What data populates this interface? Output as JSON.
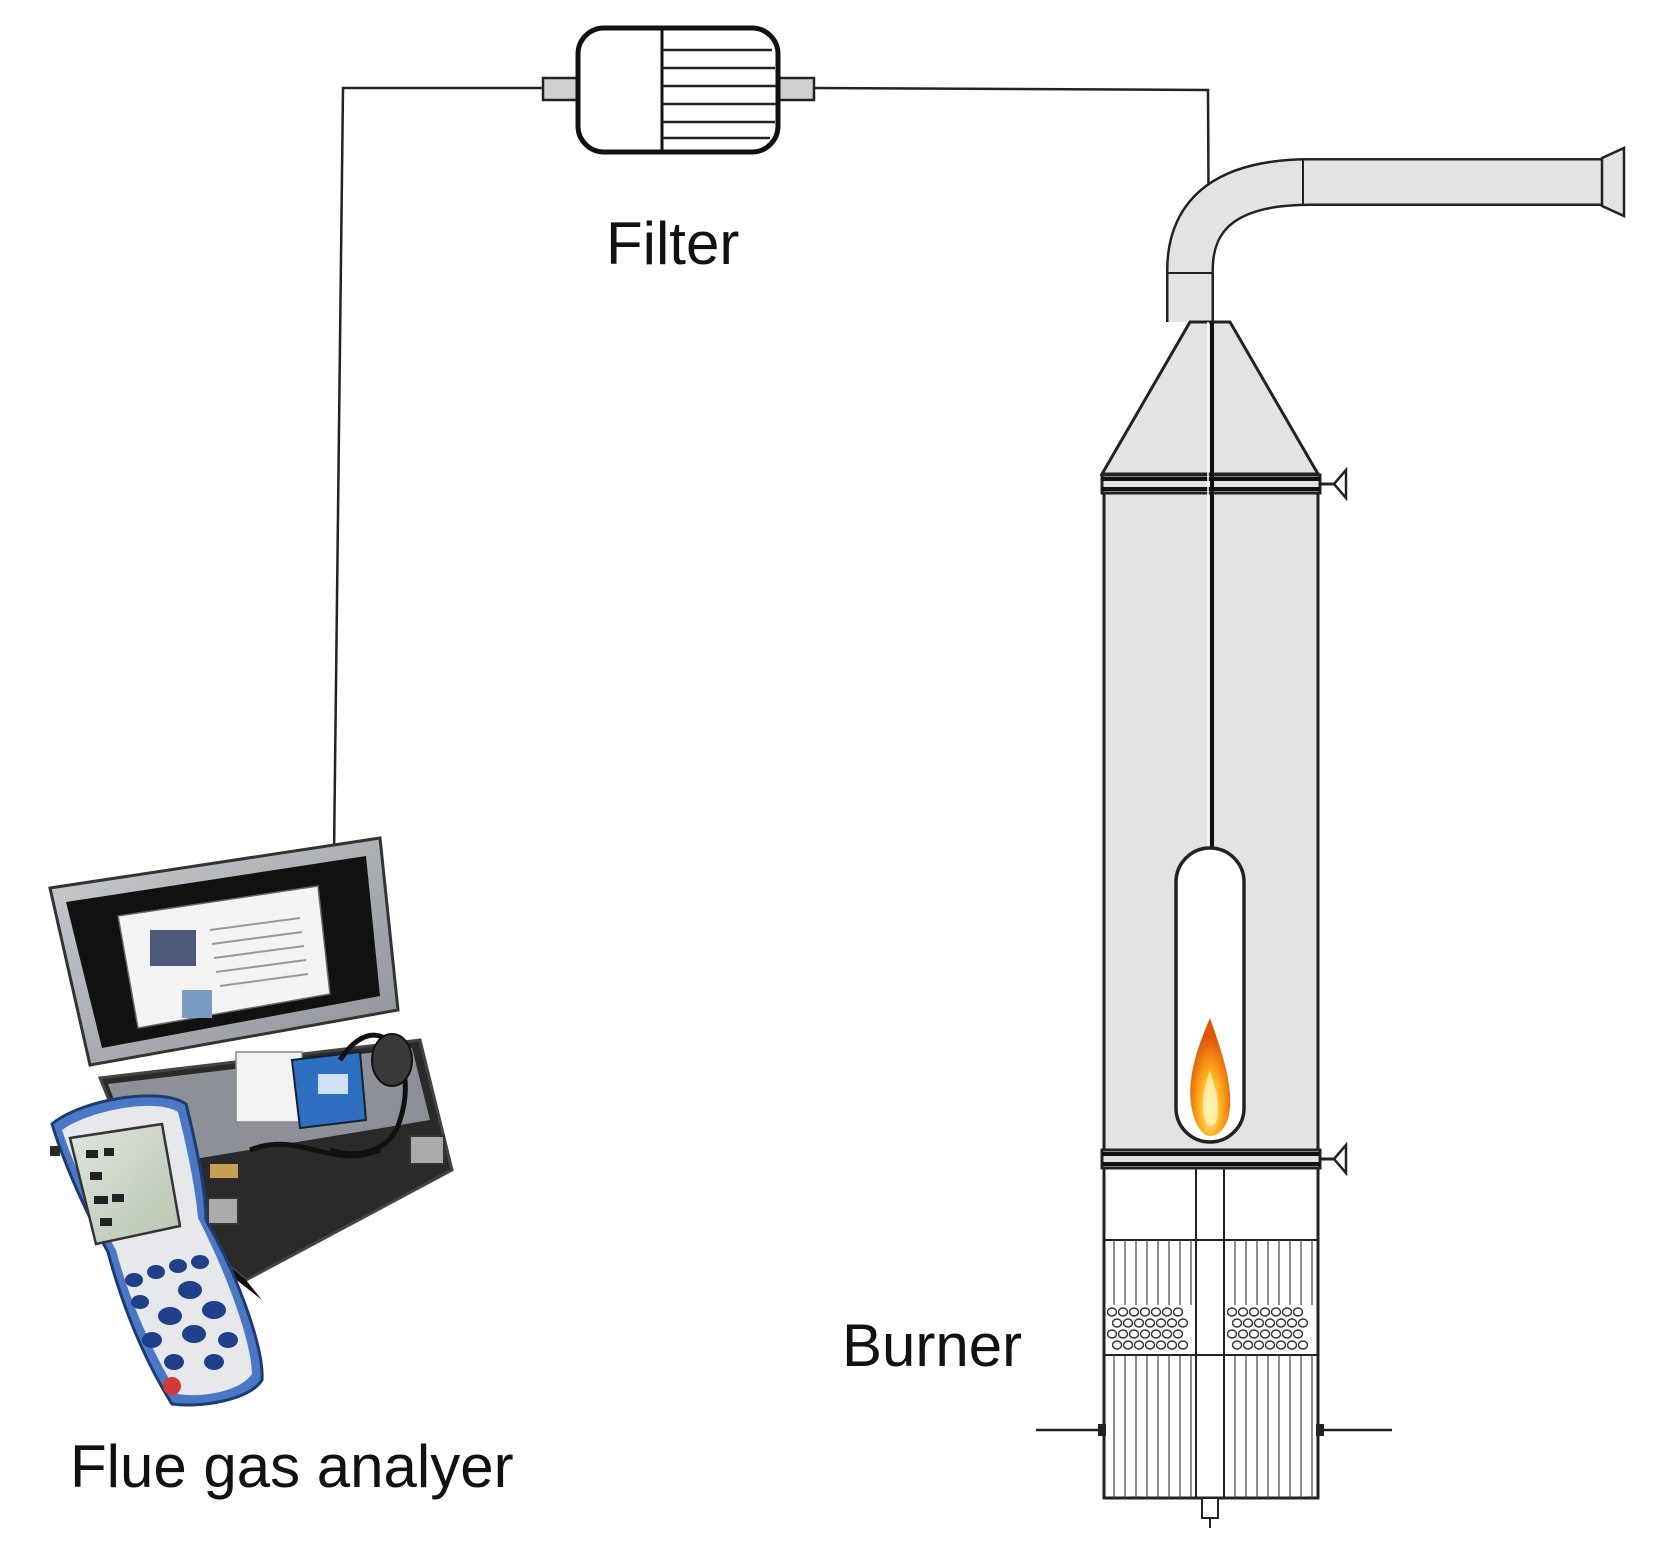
{
  "labels": {
    "filter": "Filter",
    "burner": "Burner",
    "analyzer": "Flue gas analyer"
  }
}
